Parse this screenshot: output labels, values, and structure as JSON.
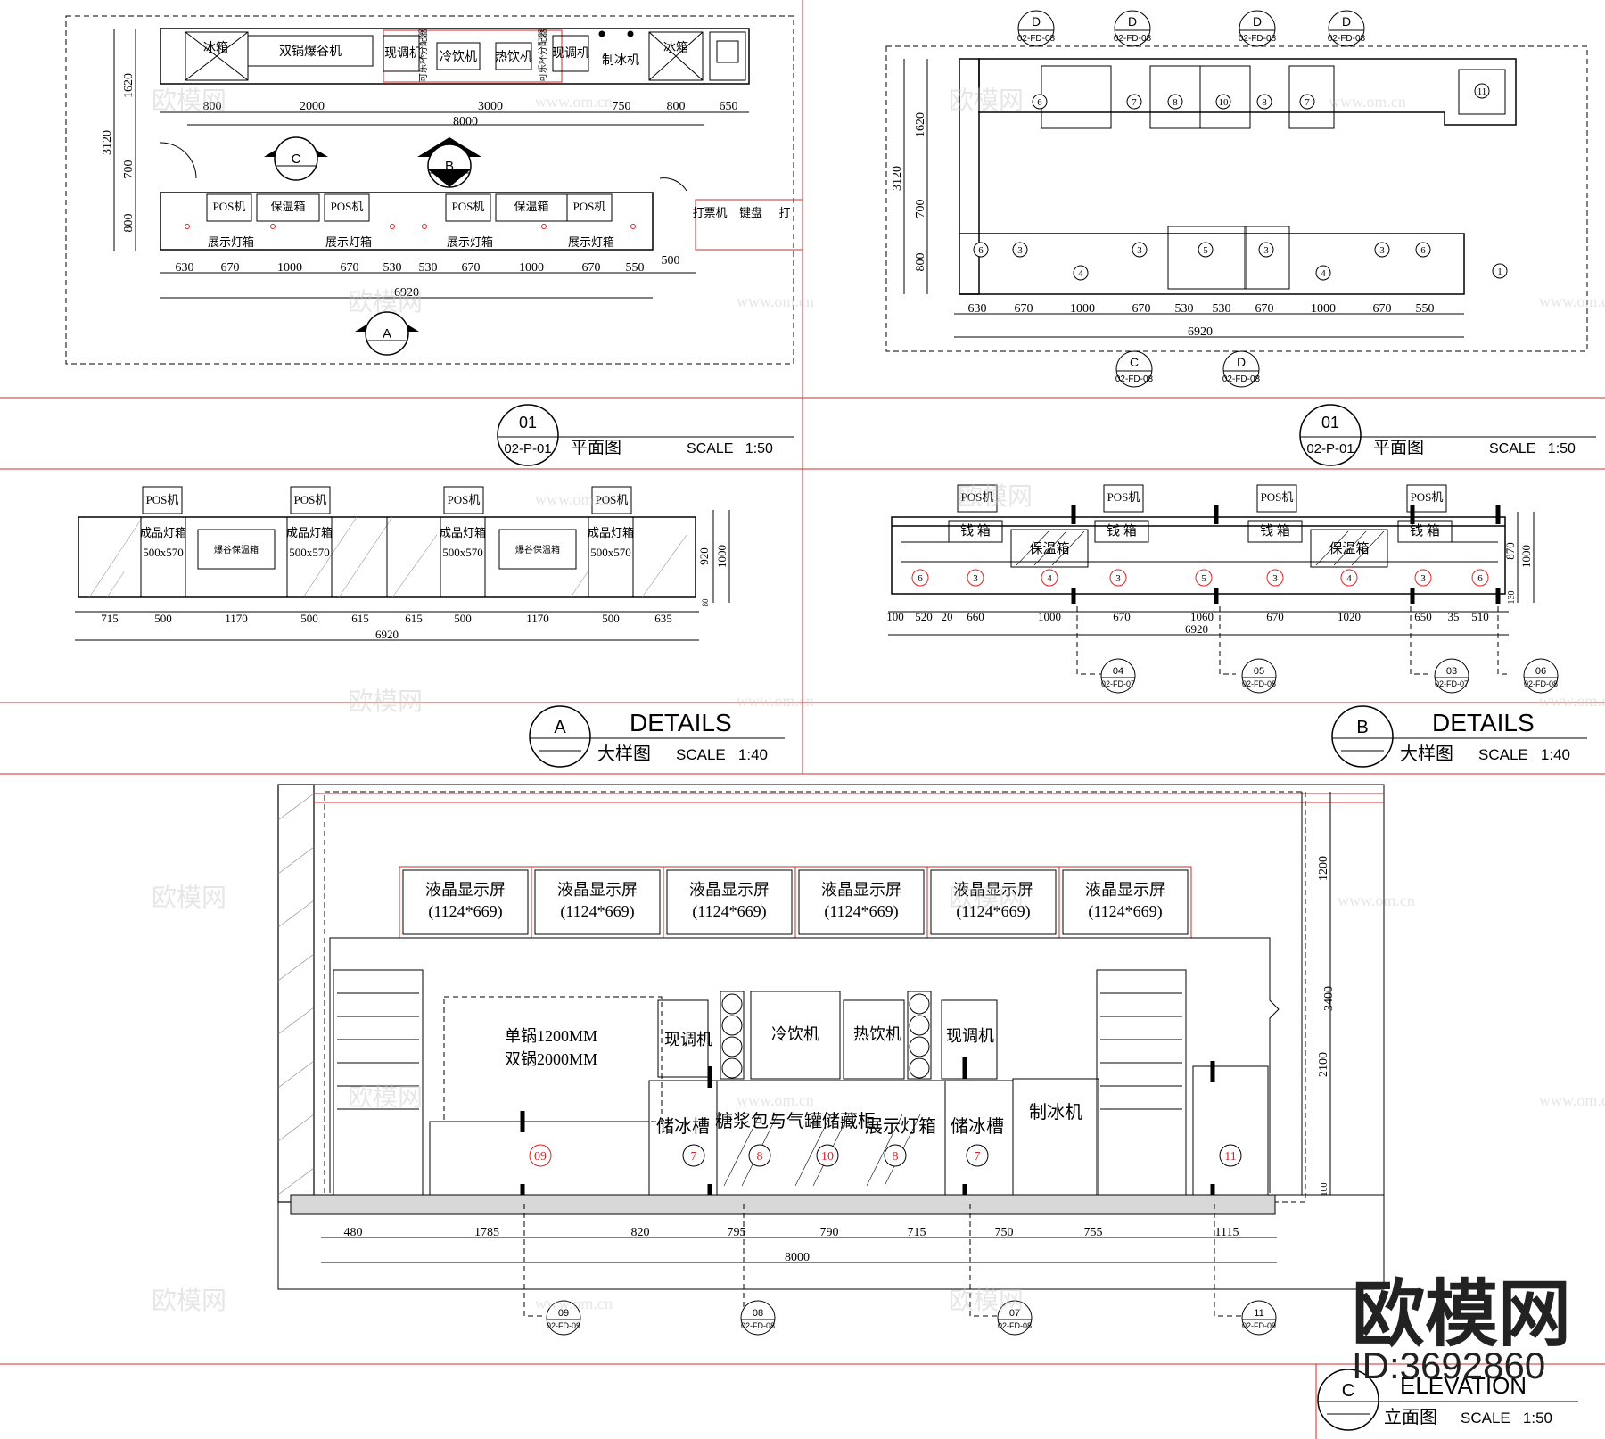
{
  "plan1": {
    "fixtures": [
      "冰箱",
      "双锅爆谷机",
      "现调机",
      "可乐杯分配器",
      "冷饮机",
      "热饮机",
      "可乐杯分配器",
      "现调机",
      "制冰机",
      "冰箱"
    ],
    "top_dims": [
      "800",
      "2000",
      "3000",
      "750",
      "800",
      "650"
    ],
    "top_total": "8000",
    "side_dims": [
      "3120",
      "1620",
      "700",
      "800"
    ],
    "counter_labels": [
      "POS机",
      "保温箱",
      "POS机",
      "POS机",
      "保温箱",
      "POS机"
    ],
    "display_labels": [
      "展示灯箱",
      "展示灯箱",
      "展示灯箱",
      "展示灯箱"
    ],
    "right_labels": [
      "打票机",
      "键盘",
      "打"
    ],
    "bottom_dims": [
      "630",
      "670",
      "1000",
      "670",
      "530",
      "530",
      "670",
      "1000",
      "670",
      "550"
    ],
    "bottom_extra": "500",
    "bottom_total": "6920",
    "markers": [
      "C",
      "B",
      "A"
    ],
    "title_num": "01",
    "title_ref": "02-P-01",
    "title_cn": "平面图",
    "scale": "SCALE   1:50"
  },
  "plan2": {
    "refs_top": [
      {
        "l": "D",
        "r": "02-FD-08"
      },
      {
        "l": "D",
        "r": "02-FD-08"
      },
      {
        "l": "D",
        "r": "02-FD-08"
      },
      {
        "l": "D",
        "r": "02-FD-08"
      }
    ],
    "top_nums": [
      "6",
      "7",
      "8",
      "10",
      "8",
      "7",
      "11"
    ],
    "bottom_nums": [
      "6",
      "3",
      "4",
      "3",
      "5",
      "3",
      "4",
      "3",
      "6",
      "1"
    ],
    "side_dims": [
      "3120",
      "1620",
      "700",
      "800"
    ],
    "bottom_dims": [
      "630",
      "670",
      "1000",
      "670",
      "530",
      "530",
      "670",
      "1000",
      "670",
      "550"
    ],
    "bottom_total": "6920",
    "refs_bottom": [
      {
        "l": "C",
        "r": "02-FD-08"
      },
      {
        "l": "D",
        "r": "02-FD-08"
      }
    ],
    "title_num": "01",
    "title_ref": "02-P-01",
    "title_cn": "平面图",
    "scale": "SCALE   1:50"
  },
  "detailA": {
    "pos": [
      "POS机",
      "POS机",
      "POS机",
      "POS机"
    ],
    "boxes": [
      "成品灯箱",
      "成品灯箱",
      "成品灯箱",
      "成品灯箱"
    ],
    "box_size": "500x570",
    "warmers": [
      "爆谷保温箱",
      "爆谷保温箱"
    ],
    "dims": [
      "715",
      "500",
      "1170",
      "500",
      "615",
      "615",
      "500",
      "1170",
      "500",
      "635"
    ],
    "total": "6920",
    "height_dims": [
      "920",
      "1000",
      "80"
    ],
    "title_letter": "A",
    "title": "DETAILS",
    "title_cn": "大样图",
    "scale": "SCALE   1:40"
  },
  "detailB": {
    "pos": [
      "POS机",
      "POS机",
      "POS机",
      "POS机"
    ],
    "cash": [
      "钱 箱",
      "钱 箱",
      "钱 箱",
      "钱 箱"
    ],
    "warmers": [
      "保温箱",
      "保温箱"
    ],
    "nums": [
      "6",
      "3",
      "4",
      "3",
      "5",
      "3",
      "4",
      "3",
      "6"
    ],
    "dims": [
      "100",
      "520",
      "20",
      "660",
      "1000",
      "670",
      "1060",
      "670",
      "1020",
      "650",
      "35",
      "510"
    ],
    "total": "6920",
    "height_dims": [
      "870",
      "1000",
      "130"
    ],
    "refs": [
      {
        "l": "04",
        "r": "02-FD-07"
      },
      {
        "l": "05",
        "r": "02-FD-08"
      },
      {
        "l": "03",
        "r": "02-FD-07"
      },
      {
        "l": "06",
        "r": "02-FD-08"
      }
    ],
    "title_letter": "B",
    "title": "DETAILS",
    "title_cn": "大样图",
    "scale": "SCALE   1:40"
  },
  "elevation": {
    "screen_label": "液晶显示屏",
    "screen_size": "(1124*669)",
    "screen_count": 6,
    "pot_line1": "单锅1200MM",
    "pot_line2": "双锅2000MM",
    "machines": [
      "现调机",
      "冷饮机",
      "热饮机",
      "现调机"
    ],
    "ice_tank": "储冰槽",
    "syrup": "糖浆包与气罐储藏柜",
    "display_box": "展示灯箱",
    "ice_machine": "制冰机",
    "nums": [
      "09",
      "7",
      "8",
      "10",
      "8",
      "7",
      "11"
    ],
    "dims": [
      "480",
      "1785",
      "820",
      "795",
      "790",
      "715",
      "750",
      "755",
      "1115"
    ],
    "total": "8000",
    "height_dims": [
      "1200",
      "3400",
      "2100",
      "100"
    ],
    "refs": [
      {
        "l": "09",
        "r": "02-FD-09"
      },
      {
        "l": "08",
        "r": "02-FD-08"
      },
      {
        "l": "07",
        "r": "02-FD-08"
      },
      {
        "l": "11",
        "r": "02-FD-09"
      }
    ],
    "title_letter": "C",
    "title": "ELEVATION",
    "title_cn": "立面图",
    "scale": "SCALE   1:50"
  },
  "brand": {
    "name": "欧模网",
    "id": "ID:3692860"
  },
  "watermark": {
    "text": "欧模网",
    "url": "www.om.cn"
  },
  "colors": {
    "line": "#000000",
    "frame": "#d42a2a",
    "mark": "#e02020"
  }
}
